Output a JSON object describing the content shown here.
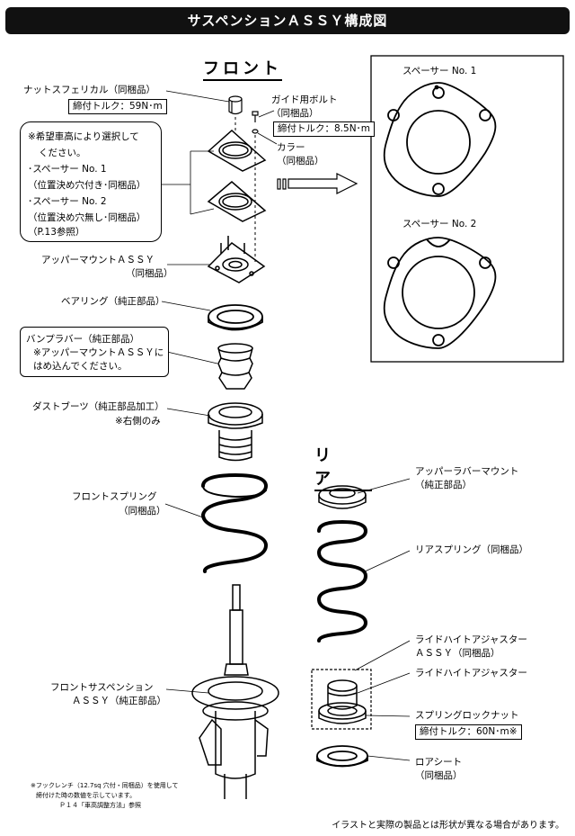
{
  "title": "サスペンションＡＳＳＹ構成図",
  "front": {
    "heading": "フロント",
    "nut_label": "ナットスフェリカル（同梱品）",
    "nut_torque": "締付トルク：59N･m",
    "guide_bolt_l1": "ガイド用ボルト",
    "guide_bolt_l2": "（同梱品）",
    "guide_bolt_torque": "締付トルク：8.5N･m",
    "collar_l1": "カラー",
    "collar_l2": "（同梱品）",
    "note_lines": [
      "※希望車高により選択して",
      "ください。",
      "･スペーサー No. 1",
      "（位置決め穴付き･同梱品）",
      "･スペーサー No. 2",
      "（位置決め穴無し･同梱品）",
      "（P.13参照）"
    ],
    "upper_mount_l1": "アッパーマウントＡＳＳＹ",
    "upper_mount_l2": "（同梱品）",
    "bearing": "ベアリング（純正部品）",
    "bump_l1": "バンプラバー（純正部品）",
    "bump_l2": "※アッパーマウントＡＳＳＹに",
    "bump_l3": "はめ込んでください。",
    "dust_l1": "ダストブーツ（純正部品加工）",
    "dust_l2": "※右側のみ",
    "spring_l1": "フロントスプリング",
    "spring_l2": "（同梱品）",
    "susp_l1": "フロントサスペンション",
    "susp_l2": "ＡＳＳＹ（純正部品）",
    "footnote_l1": "※フックレンチ（12.7sq 穴付・同梱品）を使用して",
    "footnote_l2": "締付けた時の数値を示しています。",
    "footnote_l3": "Ｐ１４「車高調整方法」参照"
  },
  "spacers": {
    "no1": "スペーサー No. 1",
    "no2": "スペーサー No. 2"
  },
  "rear": {
    "heading": "リ　ア",
    "upper_rubber_l1": "アッパーラバーマウント",
    "upper_rubber_l2": "（純正部品）",
    "spring": "リアスプリング（同梱品）",
    "rha_l1": "ライドハイトアジャスター",
    "rha_l2": "ＡＳＳＹ（同梱品）",
    "rha": "ライドハイトアジャスター",
    "lock_nut": "スプリングロックナット",
    "lock_torque": "締付トルク：60N･m※",
    "lower_seat_l1": "ロアシート",
    "lower_seat_l2": "（同梱品）"
  },
  "disclaimer": "イラストと実際の製品とは形状が異なる場合があります。"
}
